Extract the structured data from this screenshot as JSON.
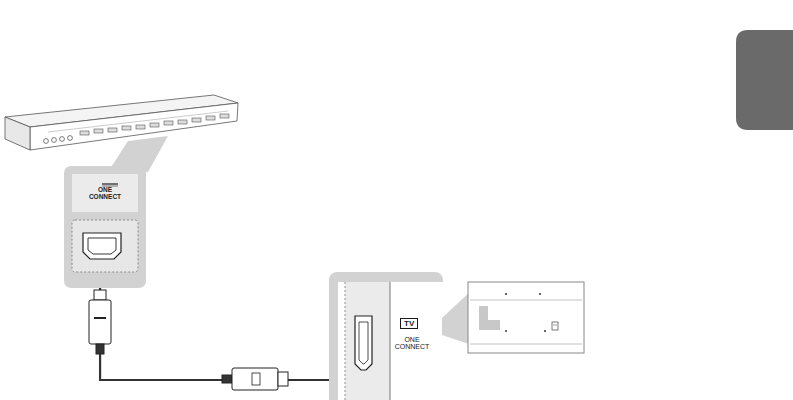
{
  "diagram": {
    "nodes": [
      {
        "text": [
          "ONE CONNECT"
        ]
      },
      {
        "text": [
          "TV",
          "ONE CONNECT"
        ]
      }
    ],
    "edges": [
      {
        "from": 1,
        "to": 0,
        "arrow": "to"
      }
    ]
  }
}
